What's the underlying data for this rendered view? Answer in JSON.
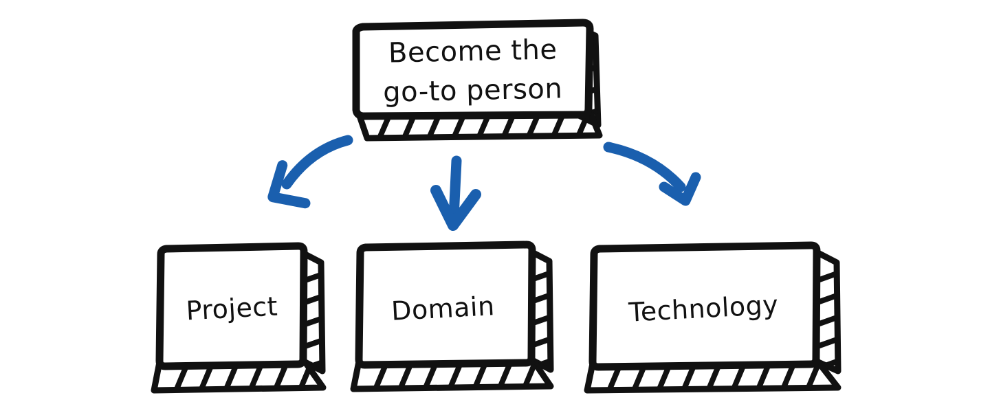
{
  "diagram": {
    "title": "Become the go-to person",
    "style": "hand-drawn sketch, 3D extruded boxes with hatched shadows",
    "background_color": "#ffffff",
    "ink_color": "#111111",
    "arrow_color": "#1a5fae",
    "root": {
      "id": "root-node",
      "lines": [
        "Become the",
        "go-to person"
      ],
      "line1": "Become the",
      "line2": "go-to person"
    },
    "children": [
      {
        "id": "node-project",
        "label": "Project"
      },
      {
        "id": "node-domain",
        "label": "Domain"
      },
      {
        "id": "node-technology",
        "label": "Technology"
      }
    ],
    "connectors": [
      {
        "id": "arrow-left",
        "from": "root-node",
        "to": "node-project",
        "shape": "curved-left"
      },
      {
        "id": "arrow-middle",
        "from": "root-node",
        "to": "node-domain",
        "shape": "straight-down"
      },
      {
        "id": "arrow-right",
        "from": "root-node",
        "to": "node-technology",
        "shape": "curved-right"
      }
    ]
  }
}
